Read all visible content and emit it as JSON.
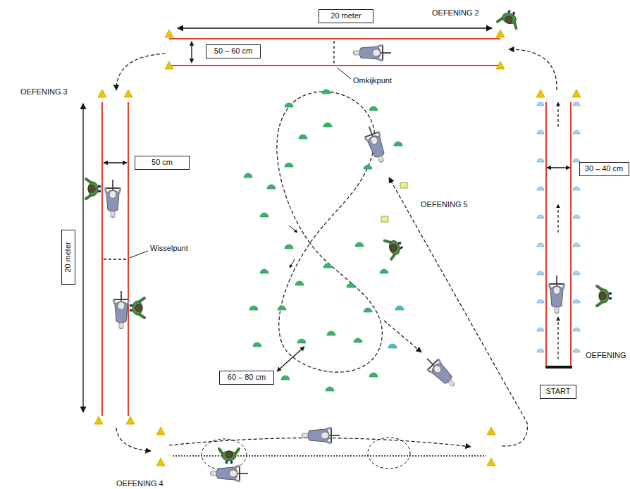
{
  "diagram": {
    "nodes": [
      {
        "text": [
          "20 meter"
        ]
      },
      {
        "text": [
          "50 – 60 cm"
        ]
      },
      {
        "text": [
          "50 cm"
        ]
      },
      {
        "text": [
          "20 meter"
        ]
      },
      {
        "text": [
          "30 – 40 cm"
        ]
      },
      {
        "text": [
          "60 – 80 cm"
        ]
      },
      {
        "text": [
          "START"
        ]
      }
    ],
    "labels": [
      "OEFENING 2",
      "Omkijkpunt",
      "OEFENING 3",
      "Wisselpunt",
      "OEFENING 5",
      "OEFENING",
      "OEFENING 4"
    ]
  }
}
